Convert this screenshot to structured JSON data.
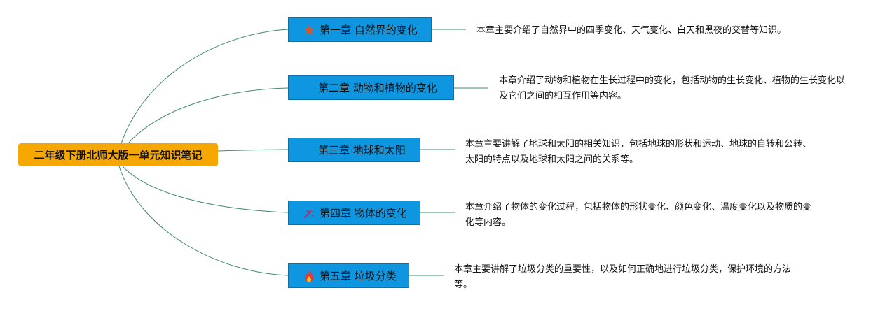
{
  "root": {
    "title": "二年级下册北师大版一单元知识笔记"
  },
  "chapters": [
    {
      "title": "第一章 自然界的变化",
      "icon": "star-icon",
      "description": "本章主要介绍了自然界中的四季变化、天气变化、白天和黑夜的交替等知识。"
    },
    {
      "title": "第二章 动物和植物的变化",
      "icon": "",
      "description": "本章介绍了动物和植物在生长过程中的变化，包括动物的生长变化、植物的生长变化以及它们之间的相互作用等内容。"
    },
    {
      "title": "第三章 地球和太阳",
      "icon": "",
      "description": "本章主要讲解了地球和太阳的相关知识，包括地球的形状和运动、地球的自转和公转、太阳的特点以及地球和太阳之间的关系等。"
    },
    {
      "title": "第四章 物体的变化",
      "icon": "sparkle-icon",
      "description": "本章介绍了物体的变化过程，包括物体的形状变化、颜色变化、温度变化以及物质的变化等内容。"
    },
    {
      "title": "第五章 垃圾分类",
      "icon": "flame-icon",
      "description": "本章主要讲解了垃圾分类的重要性，以及如何正确地进行垃圾分类，保护环境的方法等。"
    }
  ],
  "colors": {
    "root": "#f6a800",
    "chapter": "#0e97e0",
    "line": "#3e8a68"
  }
}
